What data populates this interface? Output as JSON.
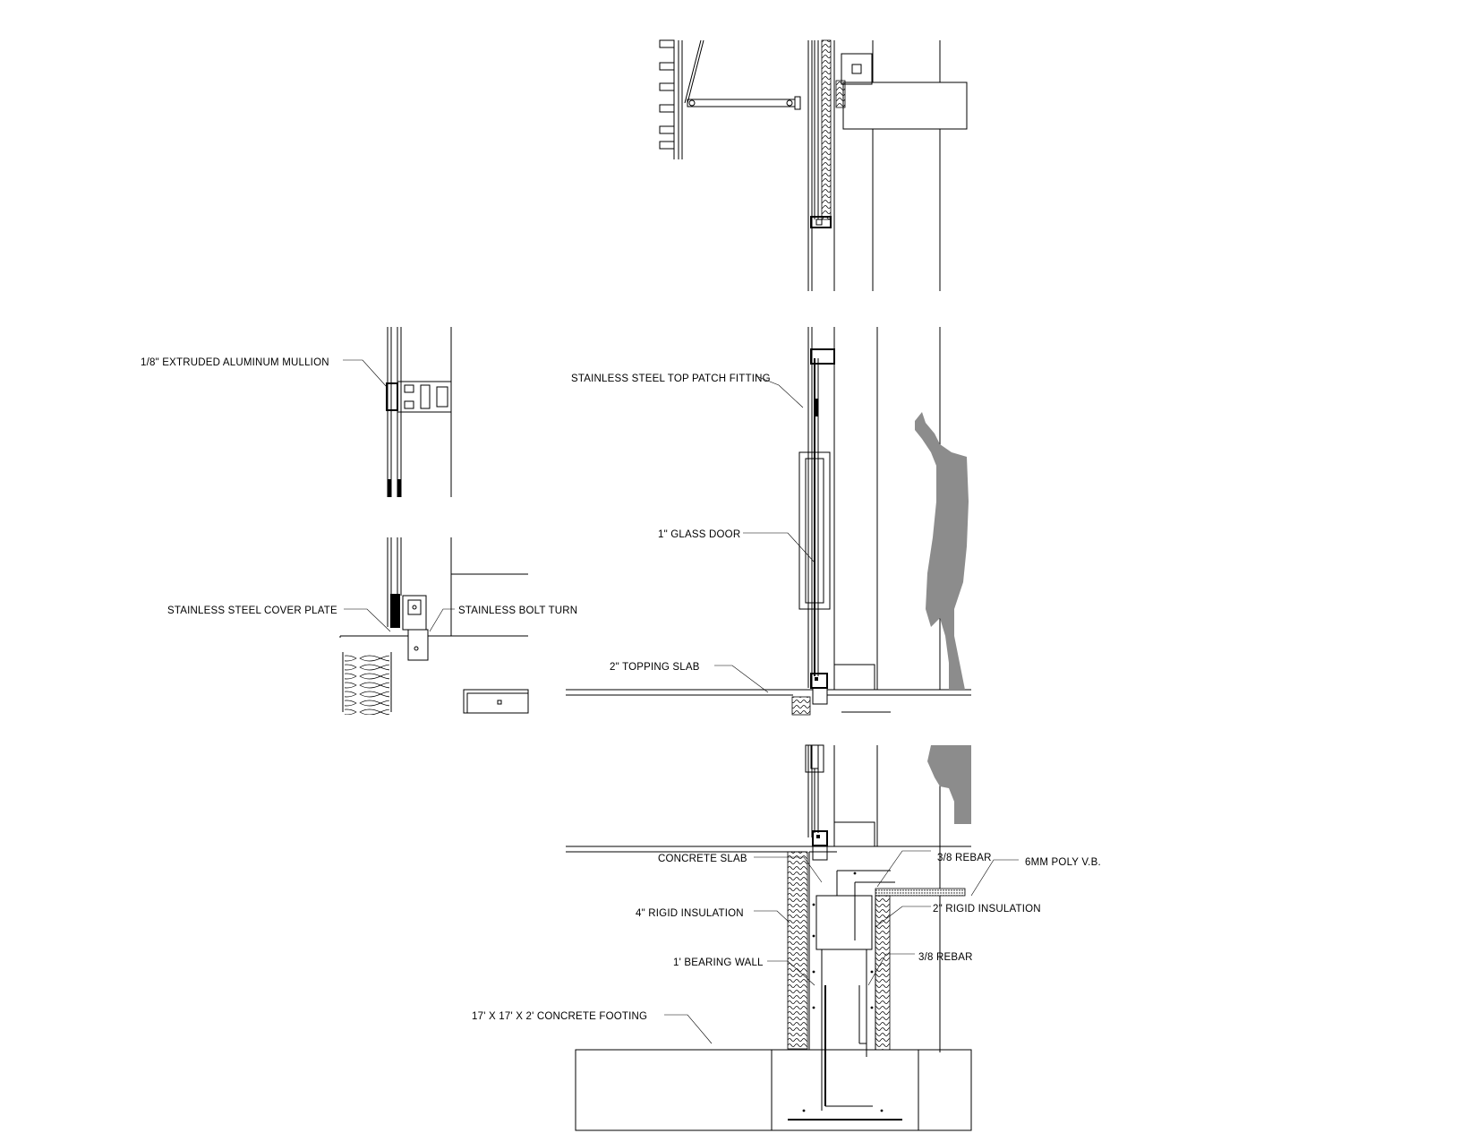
{
  "labels": {
    "mullion": "1/8\" EXTRUDED ALUMINUM MULLION",
    "top_patch": "STAINLESS STEEL TOP PATCH FITTING",
    "glass_door": "1\" GLASS DOOR",
    "cover_plate": "STAINLESS STEEL COVER PLATE",
    "bolt_turn": "STAINLESS BOLT TURN",
    "topping_slab": "2\" TOPPING SLAB",
    "concrete_slab": "CONCRETE SLAB",
    "rebar_top": "3/8 REBAR",
    "poly_vb": "6MM POLY V.B.",
    "rigid_insulation_4": "4\" RIGID INSULATION",
    "rigid_insulation_2": "2\" RIGID INSULATION",
    "bearing_wall": "1' BEARING WALL",
    "rebar_bottom": "3/8 REBAR",
    "footing": "17' X 17' X 2' CONCRETE FOOTING"
  }
}
